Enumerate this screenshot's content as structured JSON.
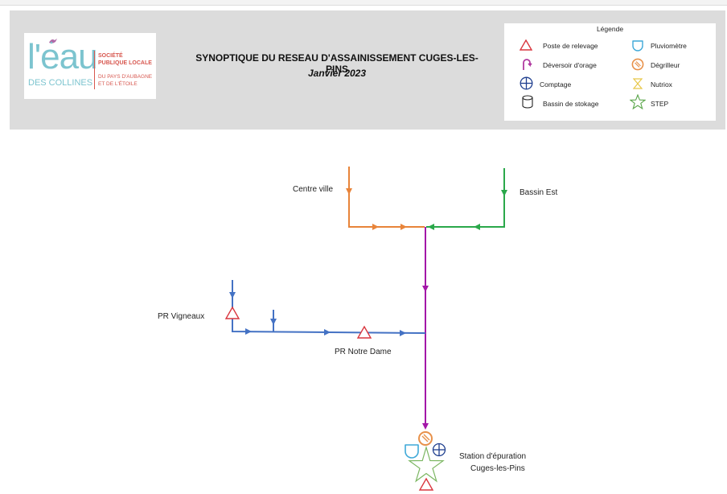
{
  "logo": {
    "brand": "l'eau",
    "brand_sub": "DES COLLINES",
    "org_line1": "SOCIÉTÉ",
    "org_line2": "PUBLIQUE LOCALE",
    "org_line3": "DU PAYS D'AUBAGNE",
    "org_line4": "ET DE L'ÉTOILE"
  },
  "header": {
    "title": "SYNOPTIQUE DU RESEAU D'ASSAINISSEMENT CUGES-LES-PINS",
    "subtitle": "Janvier 2023"
  },
  "legend": {
    "title": "Légende",
    "items": [
      {
        "icon": "triangle-icon",
        "label": "Poste de relevage",
        "color": "#d9363e"
      },
      {
        "icon": "pluviometer-icon",
        "label": "Pluviomètre",
        "color": "#3fa9d8"
      },
      {
        "icon": "weir-icon",
        "label": "Déversoir d'orage",
        "color": "#b03aa0"
      },
      {
        "icon": "screen-icon",
        "label": "Dégrilleur",
        "color": "#e8914a"
      },
      {
        "icon": "meter-icon",
        "label": "Comptage",
        "color": "#1f3f8f"
      },
      {
        "icon": "hourglass-icon",
        "label": "Nutriox",
        "color": "#e8c84a"
      },
      {
        "icon": "tank-icon",
        "label": "Bassin de stokage",
        "color": "#222222"
      },
      {
        "icon": "star-icon",
        "label": "STEP",
        "color": "#5aa64a"
      }
    ]
  },
  "network": {
    "labels": {
      "centre_ville": "Centre ville",
      "bassin_est": "Bassin Est",
      "pr_vigneaux": "PR Vigneaux",
      "pr_notre_dame": "PR Notre Dame",
      "station_line1": "Station d'épuration",
      "station_line2": "Cuges-les-Pins"
    },
    "colors": {
      "centre_ville": "#e8843a",
      "bassin_est": "#2aa84a",
      "trunk": "#a316a8",
      "vigneaux": "#4472c4",
      "pump": "#d9363e",
      "step_star": "#7bb661"
    }
  }
}
